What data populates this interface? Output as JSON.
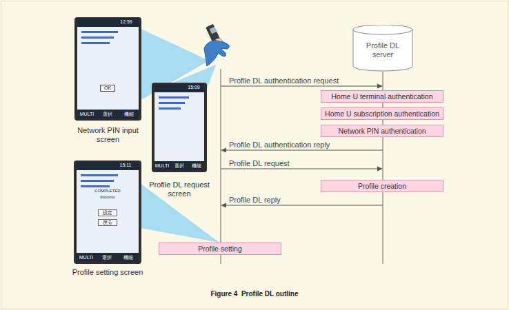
{
  "diagram": {
    "caption": "Figure 4  Profile DL outline",
    "nodes": [
      {
        "text": [
          "Network PIN input screen",
          "12:59",
          "OK",
          "MULTI",
          "選択",
          "機能"
        ]
      },
      {
        "text": [
          "Profile DL request screen",
          "15:09",
          "MULTI",
          "選択",
          "機能"
        ]
      },
      {
        "text": [
          "Profile setting screen",
          "15:11",
          "COMPLETED",
          "docomo",
          "設定",
          "戻る",
          "MULTI",
          "選択",
          "機能"
        ]
      },
      {
        "text": [
          "Profile DL server"
        ]
      },
      {
        "text": [
          "Home U terminal authentication"
        ]
      },
      {
        "text": [
          "Home U subscription authentication"
        ]
      },
      {
        "text": [
          "Network PIN authentication"
        ]
      },
      {
        "text": [
          "Profile creation"
        ]
      },
      {
        "text": [
          "Profile setting"
        ]
      }
    ],
    "labels": [
      "Profile DL authentication request",
      "Profile DL authentication reply",
      "Profile DL request",
      "Profile DL reply"
    ]
  }
}
